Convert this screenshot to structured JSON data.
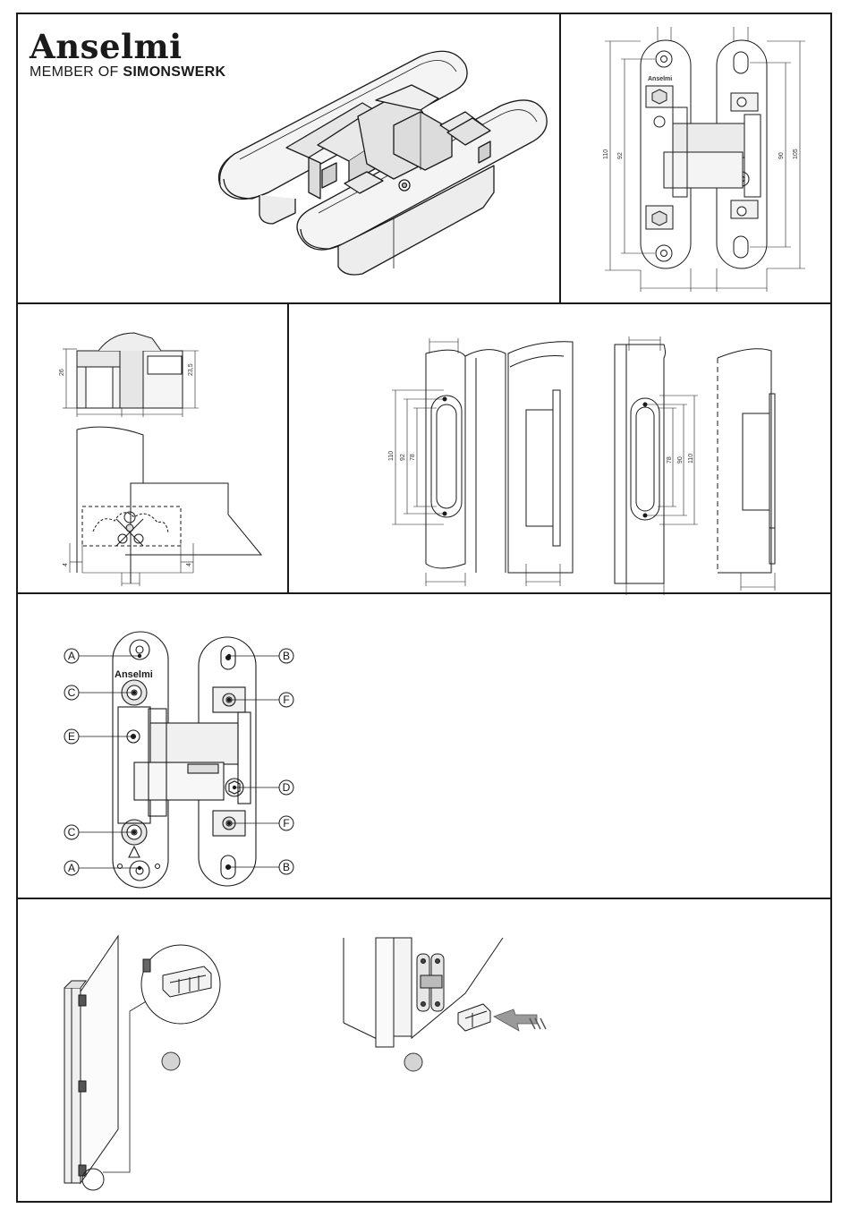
{
  "brand": {
    "name": "Anselmi",
    "member_of_prefix": "MEMBER OF",
    "member_of_company": "SIMONSWERK",
    "hinge_stamp": "Anselmi"
  },
  "dimensions": {
    "front_view": {
      "overall": "110",
      "left_holes": "92",
      "right_slots": "90",
      "right_overall": "105"
    },
    "side_view": {
      "height_left": "26",
      "height_right": "23,5"
    },
    "section_view": {
      "offset_left": "4",
      "offset_right": "4"
    },
    "frame_cutout": {
      "outer": "110",
      "middle": "92",
      "inner": "78"
    },
    "door_cutout": {
      "inner": "78",
      "middle": "90",
      "outer": "110"
    }
  },
  "callouts": {
    "a_top": "A",
    "a_bottom": "A",
    "b_top": "B",
    "b_bottom": "B",
    "c_top": "C",
    "c_bottom": "C",
    "d": "D",
    "e": "E",
    "f_top": "F",
    "f_bottom": "F"
  },
  "step_markers": {
    "count": 2,
    "color": "#d4d4d4"
  },
  "colors": {
    "ink": "#1a1a1a",
    "part_fill": "#ededed",
    "part_shade": "#cfcfcf",
    "arrow_fill": "#9a9a9a"
  }
}
